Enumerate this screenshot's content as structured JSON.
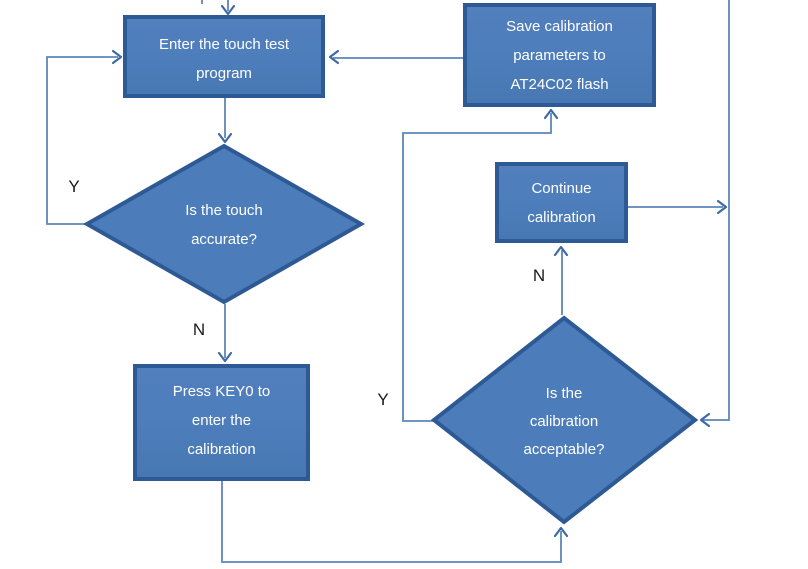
{
  "diagram": {
    "type": "flowchart",
    "topic": "Touch screen calibration flow"
  },
  "colors": {
    "shape_fill": "#4c7dba",
    "shape_border": "#2d5a94",
    "connector": "#5d86b9",
    "arrowhead": "#3f69a6",
    "shape_text": "#ffffff",
    "label_text": "#1a1a1a",
    "background": "#ffffff"
  },
  "nodes": {
    "enter": {
      "lines": [
        "Enter the touch test",
        "program"
      ]
    },
    "save": {
      "lines": [
        "Save calibration",
        "parameters to",
        "AT24C02 flash"
      ]
    },
    "continue": {
      "lines": [
        "Continue",
        "calibration"
      ]
    },
    "presskey": {
      "lines": [
        "Press KEY0 to",
        "enter the",
        "calibration"
      ]
    },
    "touch_decision": {
      "lines": [
        "Is the touch",
        "accurate?"
      ]
    },
    "accept_decision": {
      "lines": [
        "Is the",
        "calibration",
        "acceptable?"
      ]
    }
  },
  "labels": {
    "touch_yes": "Y",
    "touch_no": "N",
    "accept_yes": "Y",
    "accept_no": "N"
  }
}
